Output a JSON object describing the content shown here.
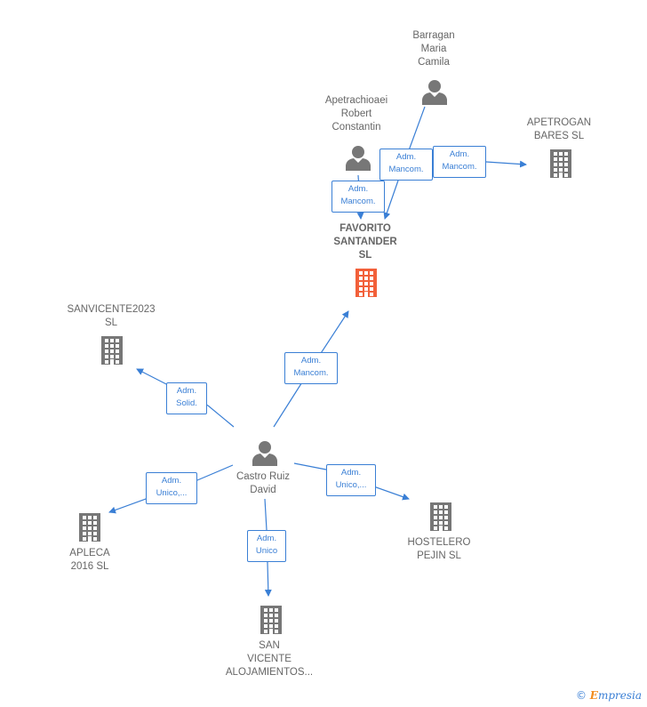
{
  "colors": {
    "edge": "#3a7fd5",
    "person_icon": "#777777",
    "company_icon": "#777777",
    "focus_company_icon": "#f2603a"
  },
  "nodes": {
    "barragan": {
      "label": "Barragan\nMaria\nCamila",
      "kind": "person"
    },
    "apetrachioaei": {
      "label": "Apetrachioaei\nRobert\nConstantin",
      "kind": "person"
    },
    "apetrogan": {
      "label": "APETROGAN\nBARES  SL",
      "kind": "company"
    },
    "favorito": {
      "label": "FAVORITO\nSANTANDER\nSL",
      "kind": "focus-company"
    },
    "sanvicente2023": {
      "label": "SANVICENTE2023\nSL",
      "kind": "company"
    },
    "castro": {
      "label": "Castro Ruiz\nDavid",
      "kind": "person"
    },
    "apleca": {
      "label": "APLECA\n2016  SL",
      "kind": "company"
    },
    "hostelero": {
      "label": "HOSTELERO\nPEJIN SL",
      "kind": "company"
    },
    "sanvicente_aloj": {
      "label": "SAN\nVICENTE\nALOJAMIENTOS...",
      "kind": "company"
    }
  },
  "edges": {
    "barragan_favorito": "Adm.\nMancom.",
    "barragan_apetrogan": "Adm.\nMancom.",
    "apetrachioaei_favorito": "Adm.\nMancom.",
    "castro_favorito": "Adm.\nMancom.",
    "castro_sanvicente2023": "Adm.\nSolid.",
    "castro_apleca": "Adm.\nUnico,...",
    "castro_hostelero": "Adm.\nUnico,...",
    "castro_sanvicente_aloj": "Adm.\nUnico"
  },
  "footer": {
    "copyright": "©",
    "brand_initial": "E",
    "brand_rest": "mpresia"
  }
}
